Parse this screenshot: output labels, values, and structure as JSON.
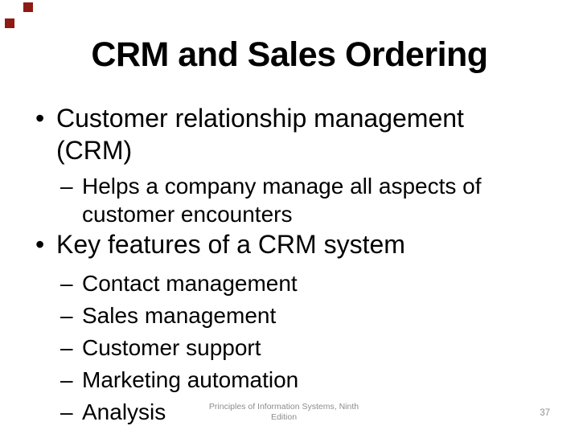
{
  "slide": {
    "title": "CRM and Sales Ordering",
    "markers": {
      "level1": "•",
      "level2": "–"
    },
    "bullets": [
      {
        "level": 1,
        "text": "Customer relationship management (CRM)"
      },
      {
        "level": 2,
        "text": "Helps a company manage all aspects of customer encounters"
      },
      {
        "level": 1,
        "text": "Key features of a CRM system"
      },
      {
        "level": 2,
        "text": "Contact management"
      },
      {
        "level": 2,
        "text": "Sales management"
      },
      {
        "level": 2,
        "text": "Customer support"
      },
      {
        "level": 2,
        "text": "Marketing automation"
      },
      {
        "level": 2,
        "text": "Analysis"
      }
    ],
    "footer": {
      "line1": "Principles of Information Systems, Ninth",
      "line2": "Edition"
    },
    "page_number": "37",
    "colors": {
      "decor_square": "#8e1b13",
      "title_text": "#000000",
      "body_text": "#000000",
      "footer_text": "#8c8c8c"
    }
  }
}
